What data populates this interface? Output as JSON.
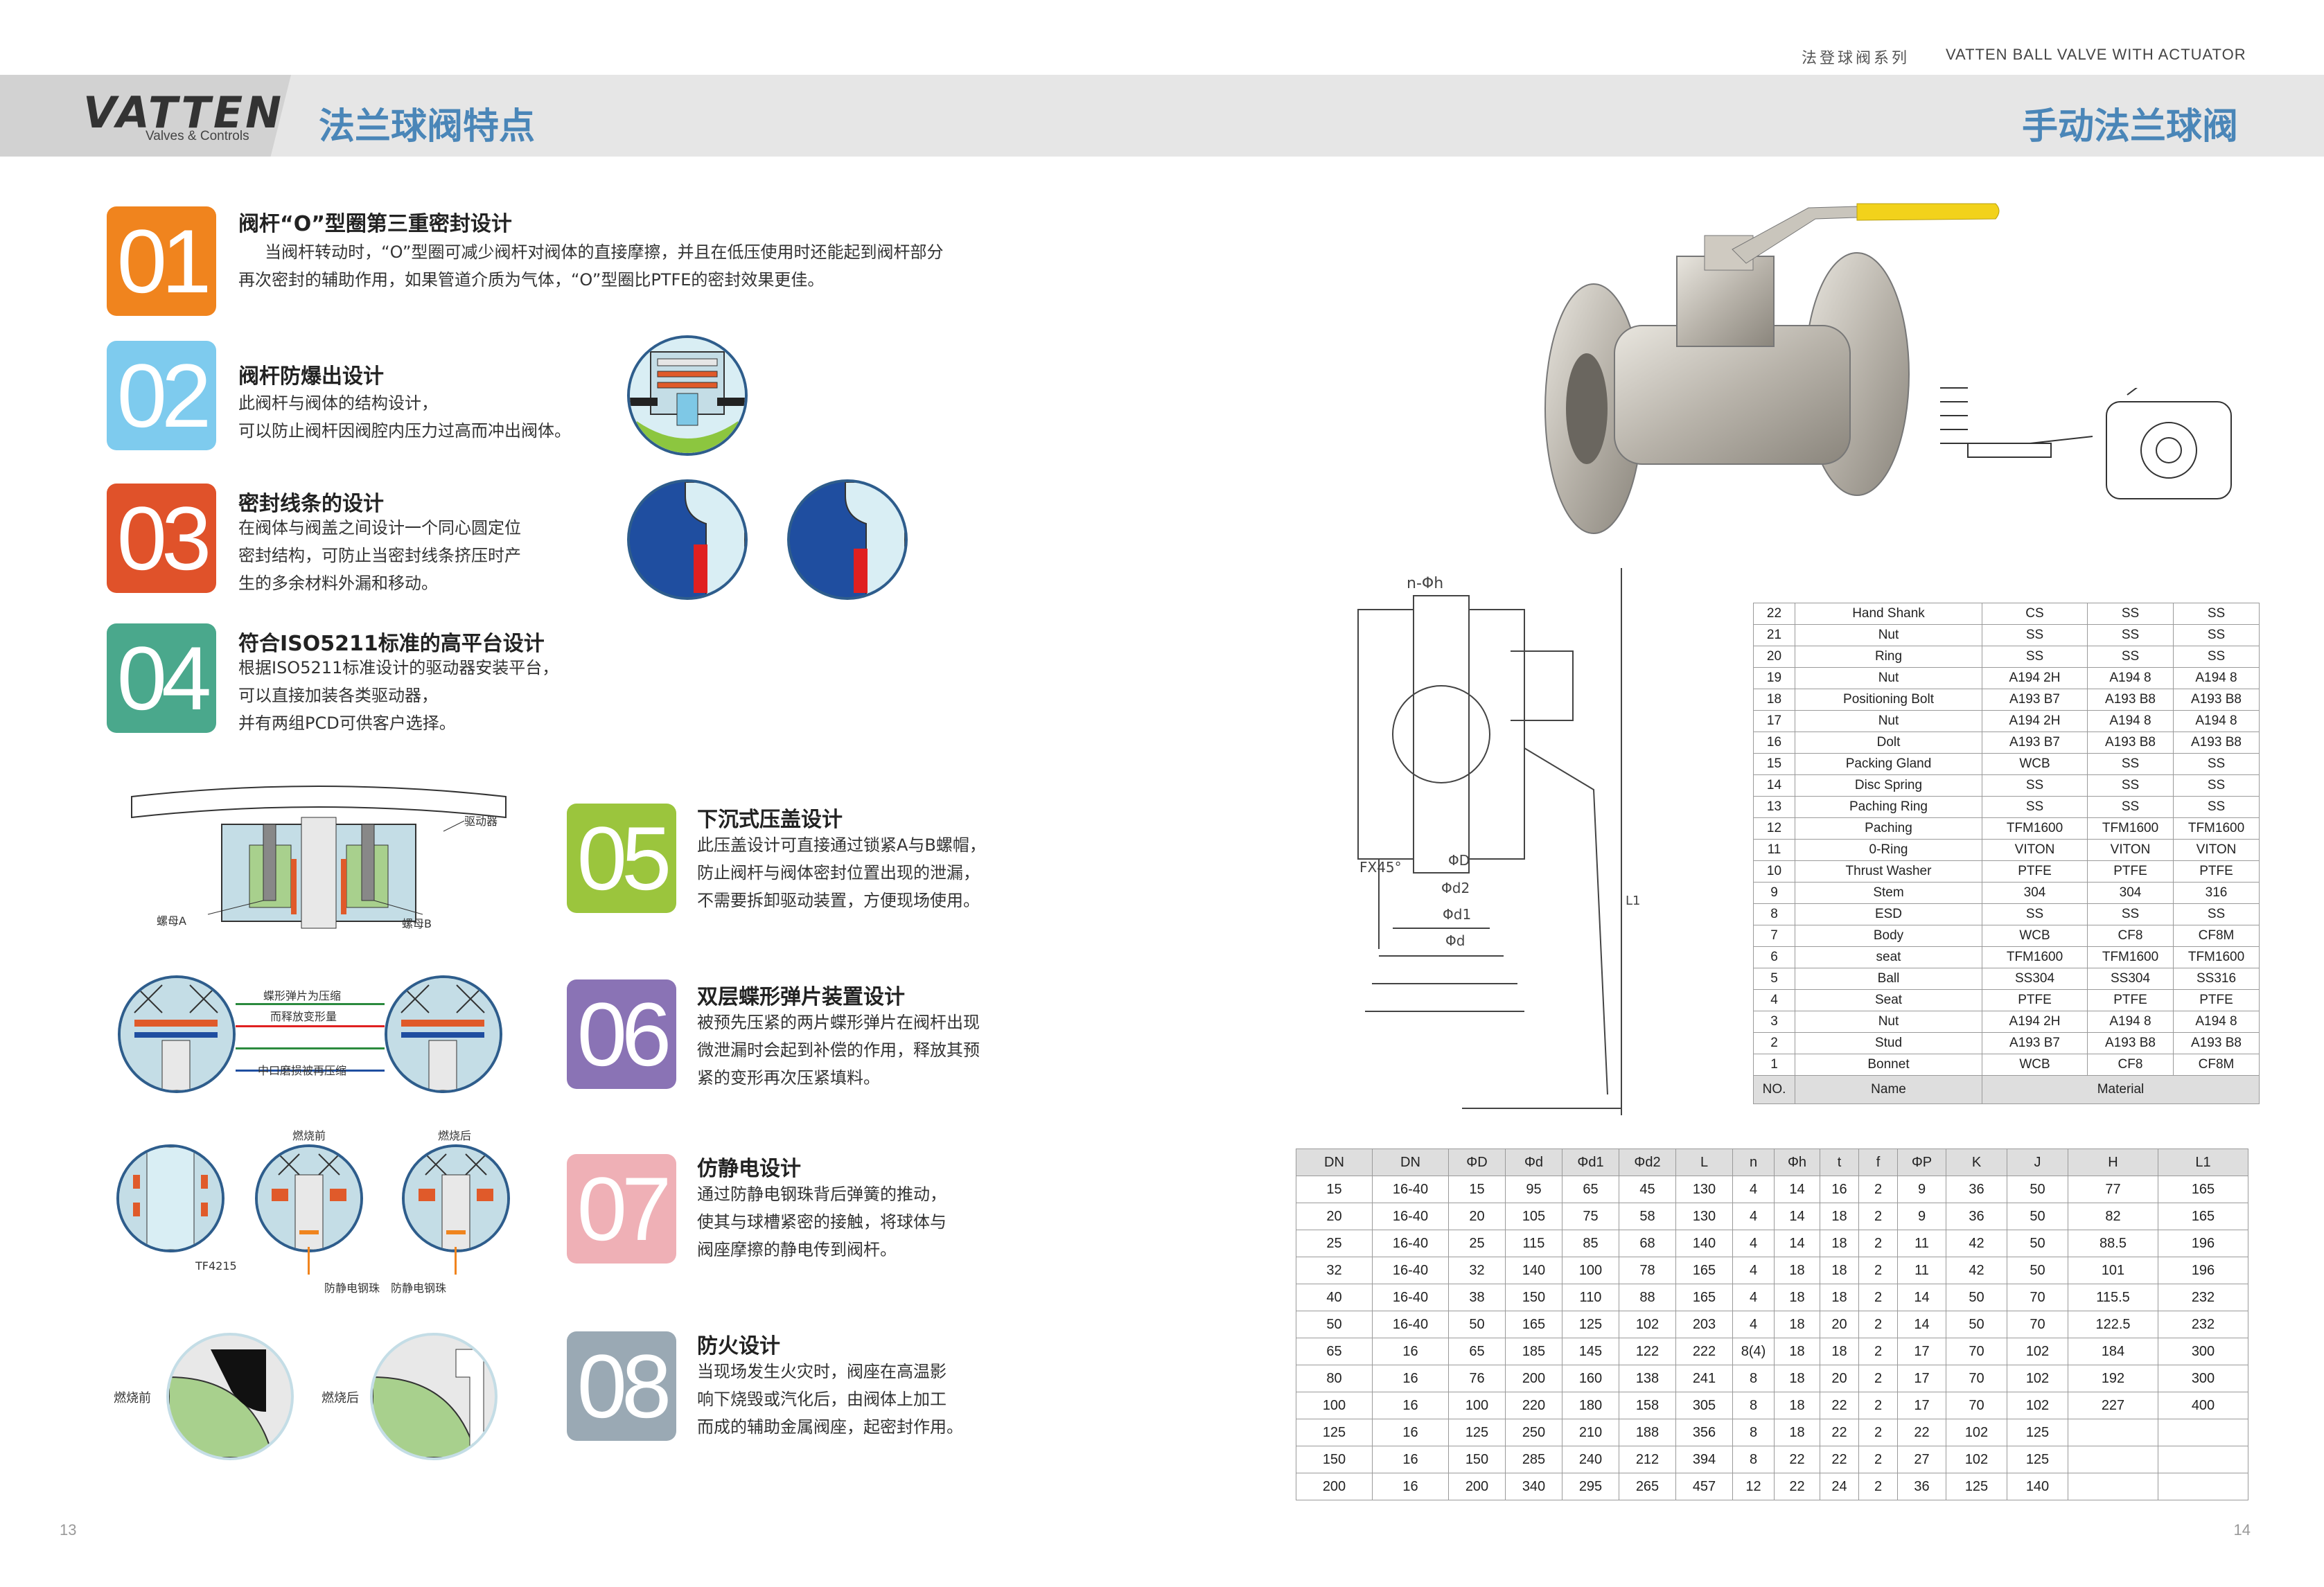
{
  "header": {
    "brand": "VATTEN",
    "brand_sub": "Valves & Controls",
    "series_zh": "法登球阀系列",
    "series_en": "VATTEN BALL VALVE WITH ACTUATOR",
    "title_left": "法兰球阀特点",
    "title_right": "手动法兰球阀"
  },
  "colors": {
    "f01": "#f0841e",
    "f02": "#7ecbee",
    "f03": "#e0522a",
    "f04": "#4aa88c",
    "f05": "#9bc53d",
    "f06": "#8a73b5",
    "f07": "#efb0b6",
    "f08": "#9aa9b4",
    "header_title": "#4a86b8"
  },
  "features": [
    {
      "num": "01",
      "title": "阀杆“O”型圈第三重密封设计",
      "body": "     当阀杆转动时，“O”型圈可减少阀杆对阀体的直接摩擦，并且在低压使用时还能起到阀杆部分\n再次密封的辅助作用，如果管道介质为气体，“O”型圈比PTFE的密封效果更佳。"
    },
    {
      "num": "02",
      "title": "阀杆防爆出设计",
      "body": "此阀杆与阀体的结构设计，\n可以防止阀杆因阀腔内压力过高而冲出阀体。"
    },
    {
      "num": "03",
      "title": "密封线条的设计",
      "body": "在阀体与阀盖之间设计一个同心圆定位\n密封结构，可防止当密封线条挤压时产\n生的多余材料外漏和移动。"
    },
    {
      "num": "04",
      "title": "符合ISO5211标准的高平台设计",
      "body": "根据ISO5211标准设计的驱动器安装平台，\n可以直接加装各类驱动器，\n并有两组PCD可供客户选择。"
    },
    {
      "num": "05",
      "title": "下沉式压盖设计",
      "body": "此压盖设计可直接通过锁紧A与B螺帽，\n防止阀杆与阀体密封位置出现的泄漏，\n不需要拆卸驱动装置，方便现场使用。"
    },
    {
      "num": "06",
      "title": "双层蝶形弹片装置设计",
      "body": "被预先压紧的两片蝶形弹片在阀杆出现\n微泄漏时会起到补偿的作用，释放其预\n紧的变形再次压紧填料。"
    },
    {
      "num": "07",
      "title": "仿静电设计",
      "body": "通过防静电钢珠背后弹簧的推动，\n使其与球槽紧密的接触，将球体与\n阀座摩擦的静电传到阀杆。"
    },
    {
      "num": "08",
      "title": "防火设计",
      "body": "当现场发生火灾时，阀座在高温影\n响下烧毁或汽化后，由阀体上加工\n而成的辅助金属阀座，起密封作用。"
    }
  ],
  "labels": {
    "actuator": "驱动器",
    "nut_a": "螺母A",
    "nut_b": "螺母B",
    "spring_compress": "蝶形弹片为压缩",
    "spring_release": "而释放变形量",
    "wear_compress": "中口磨损被再压缩",
    "before_burn": "燃烧前",
    "after_burn": "燃烧后",
    "tf": "TF4215",
    "antistatic_ball": "防静电钢珠",
    "antistatic_ball2": "防静电钢珠",
    "fire_before": "燃烧前",
    "fire_after": "燃烧后"
  },
  "drawing_labels": {
    "nh": "n-Φh",
    "d": "ΦD",
    "d2": "Φd2",
    "d1": "Φd1",
    "dd": "Φd",
    "chamfer": "FX45°",
    "l1": "L1"
  },
  "materials": {
    "rows": [
      [
        "22",
        "Hand Shank",
        "CS",
        "SS",
        "SS"
      ],
      [
        "21",
        "Nut",
        "SS",
        "SS",
        "SS"
      ],
      [
        "20",
        "Ring",
        "SS",
        "SS",
        "SS"
      ],
      [
        "19",
        "Nut",
        "A194 2H",
        "A194 8",
        "A194 8"
      ],
      [
        "18",
        "Positioning Bolt",
        "A193 B7",
        "A193 B8",
        "A193 B8"
      ],
      [
        "17",
        "Nut",
        "A194 2H",
        "A194 8",
        "A194 8"
      ],
      [
        "16",
        "Dolt",
        "A193 B7",
        "A193 B8",
        "A193 B8"
      ],
      [
        "15",
        "Packing Gland",
        "WCB",
        "SS",
        "SS"
      ],
      [
        "14",
        "Disc Spring",
        "SS",
        "SS",
        "SS"
      ],
      [
        "13",
        "Paching Ring",
        "SS",
        "SS",
        "SS"
      ],
      [
        "12",
        "Paching",
        "TFM1600",
        "TFM1600",
        "TFM1600"
      ],
      [
        "11",
        "0-Ring",
        "VITON",
        "VITON",
        "VITON"
      ],
      [
        "10",
        "Thrust Washer",
        "PTFE",
        "PTFE",
        "PTFE"
      ],
      [
        "9",
        "Stem",
        "304",
        "304",
        "316"
      ],
      [
        "8",
        "ESD",
        "SS",
        "SS",
        "SS"
      ],
      [
        "7",
        "Body",
        "WCB",
        "CF8",
        "CF8M"
      ],
      [
        "6",
        "seat",
        "TFM1600",
        "TFM1600",
        "TFM1600"
      ],
      [
        "5",
        "Ball",
        "SS304",
        "SS304",
        "SS316"
      ],
      [
        "4",
        "Seat",
        "PTFE",
        "PTFE",
        "PTFE"
      ],
      [
        "3",
        "Nut",
        "A194 2H",
        "A194 8",
        "A194 8"
      ],
      [
        "2",
        "Stud",
        "A193 B7",
        "A193 B8",
        "A193 B8"
      ],
      [
        "1",
        "Bonnet",
        "WCB",
        "CF8",
        "CF8M"
      ]
    ],
    "footer": {
      "no": "NO.",
      "name": "Name",
      "material": "Material"
    }
  },
  "dimensions": {
    "headers": [
      "DN",
      "DN",
      "ΦD",
      "Φd",
      "Φd1",
      "Φd2",
      "L",
      "n",
      "Φh",
      "t",
      "f",
      "ΦP",
      "K",
      "J",
      "H",
      "L1"
    ],
    "rows": [
      [
        "15",
        "16-40",
        "15",
        "95",
        "65",
        "45",
        "130",
        "4",
        "14",
        "16",
        "2",
        "9",
        "36",
        "50",
        "77",
        "165"
      ],
      [
        "20",
        "16-40",
        "20",
        "105",
        "75",
        "58",
        "130",
        "4",
        "14",
        "18",
        "2",
        "9",
        "36",
        "50",
        "82",
        "165"
      ],
      [
        "25",
        "16-40",
        "25",
        "115",
        "85",
        "68",
        "140",
        "4",
        "14",
        "18",
        "2",
        "11",
        "42",
        "50",
        "88.5",
        "196"
      ],
      [
        "32",
        "16-40",
        "32",
        "140",
        "100",
        "78",
        "165",
        "4",
        "18",
        "18",
        "2",
        "11",
        "42",
        "50",
        "101",
        "196"
      ],
      [
        "40",
        "16-40",
        "38",
        "150",
        "110",
        "88",
        "165",
        "4",
        "18",
        "18",
        "2",
        "14",
        "50",
        "70",
        "115.5",
        "232"
      ],
      [
        "50",
        "16-40",
        "50",
        "165",
        "125",
        "102",
        "203",
        "4",
        "18",
        "20",
        "2",
        "14",
        "50",
        "70",
        "122.5",
        "232"
      ],
      [
        "65",
        "16",
        "65",
        "185",
        "145",
        "122",
        "222",
        "8(4)",
        "18",
        "18",
        "2",
        "17",
        "70",
        "102",
        "184",
        "300"
      ],
      [
        "80",
        "16",
        "76",
        "200",
        "160",
        "138",
        "241",
        "8",
        "18",
        "20",
        "2",
        "17",
        "70",
        "102",
        "192",
        "300"
      ],
      [
        "100",
        "16",
        "100",
        "220",
        "180",
        "158",
        "305",
        "8",
        "18",
        "22",
        "2",
        "17",
        "70",
        "102",
        "227",
        "400"
      ],
      [
        "125",
        "16",
        "125",
        "250",
        "210",
        "188",
        "356",
        "8",
        "18",
        "22",
        "2",
        "22",
        "102",
        "125",
        "",
        ""
      ],
      [
        "150",
        "16",
        "150",
        "285",
        "240",
        "212",
        "394",
        "8",
        "22",
        "22",
        "2",
        "27",
        "102",
        "125",
        "",
        ""
      ],
      [
        "200",
        "16",
        "200",
        "340",
        "295",
        "265",
        "457",
        "12",
        "22",
        "24",
        "2",
        "36",
        "125",
        "140",
        "",
        ""
      ]
    ]
  },
  "pages": {
    "left": "13",
    "right": "14"
  }
}
